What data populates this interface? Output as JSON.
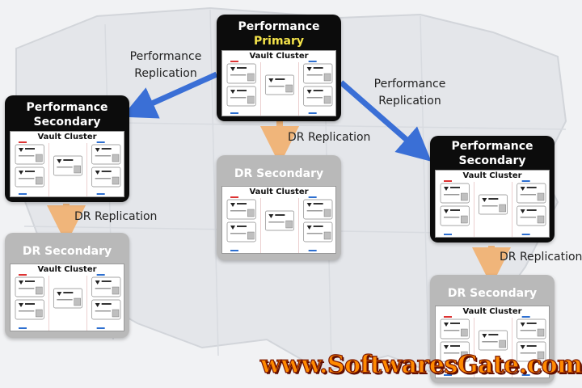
{
  "nodes": {
    "primary": {
      "title_line1": "Performance",
      "title_line2": "Primary",
      "cluster": "Vault Cluster"
    },
    "perf_secondary_left": {
      "title_line1": "Performance",
      "title_line2": "Secondary",
      "cluster": "Vault Cluster"
    },
    "perf_secondary_right": {
      "title_line1": "Performance",
      "title_line2": "Secondary",
      "cluster": "Vault Cluster"
    },
    "dr_center": {
      "title": "DR Secondary",
      "cluster": "Vault Cluster"
    },
    "dr_left": {
      "title": "DR Secondary",
      "cluster": "Vault Cluster"
    },
    "dr_right": {
      "title": "DR Secondary",
      "cluster": "Vault Cluster"
    }
  },
  "edges": {
    "perf_left": {
      "line1": "Performance",
      "line2": "Replication"
    },
    "perf_right": {
      "line1": "Performance",
      "line2": "Replication"
    },
    "dr_center": "DR Replication",
    "dr_left": "DR Replication",
    "dr_right": "DR Replication"
  },
  "colors": {
    "perf_arrow": "#3a6fd6",
    "dr_arrow": "#f0b57a",
    "primary_highlight": "#f5e44a"
  },
  "watermark": "www.SoftwaresGate.com"
}
